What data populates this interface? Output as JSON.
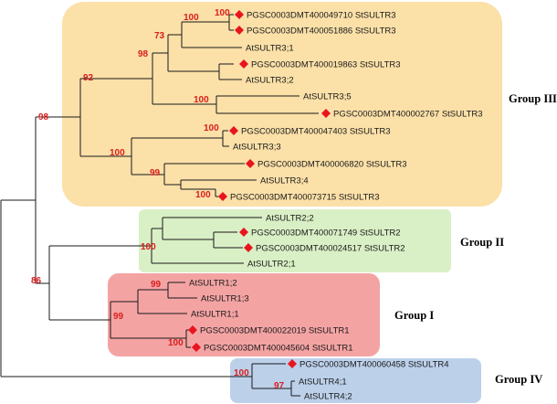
{
  "colors": {
    "group_iii": "#fbe0a8",
    "group_ii": "#d9efc5",
    "group_i": "#f4a3a3",
    "group_iv": "#bcd0ea",
    "bootstrap": "#d81e1e",
    "marker": "#e8141e"
  },
  "groups": {
    "group_iii": "Group III",
    "group_ii": "Group II",
    "group_i": "Group I",
    "group_iv": "Group IV"
  },
  "leaves": [
    {
      "label": "PGSC0003DMT400049710 StSULTR3",
      "marker": true
    },
    {
      "label": "PGSC0003DMT400051886 StSULTR3",
      "marker": true
    },
    {
      "label": "AtSULTR3;1",
      "marker": false
    },
    {
      "label": "PGSC0003DMT400019863 StSULTR3",
      "marker": true
    },
    {
      "label": "AtSULTR3;2",
      "marker": false
    },
    {
      "label": "AtSULTR3;5",
      "marker": false
    },
    {
      "label": "PGSC0003DMT400002767 StSULTR3",
      "marker": true
    },
    {
      "label": "PGSC0003DMT400047403 StSULTR3",
      "marker": true
    },
    {
      "label": "AtSULTR3;3",
      "marker": false
    },
    {
      "label": "PGSC0003DMT400006820 StSULTR3",
      "marker": true
    },
    {
      "label": "AtSULTR3;4",
      "marker": false
    },
    {
      "label": "PGSC0003DMT400073715 StSULTR3",
      "marker": true
    },
    {
      "label": "AtSULTR2;2",
      "marker": false
    },
    {
      "label": "PGSC0003DMT400071749 StSULTR2",
      "marker": true
    },
    {
      "label": "PGSC0003DMT400024517 StSULTR2",
      "marker": true
    },
    {
      "label": "AtSULTR2;1",
      "marker": false
    },
    {
      "label": "AtSULTR1;2",
      "marker": false
    },
    {
      "label": "AtSULTR1;3",
      "marker": false
    },
    {
      "label": "AtSULTR1;1",
      "marker": false
    },
    {
      "label": "PGSC0003DMT400022019 StSULTR1",
      "marker": true
    },
    {
      "label": "PGSC0003DMT400045604 StSULTR1",
      "marker": true
    },
    {
      "label": "PGSC0003DMT400060458 StSULTR4",
      "marker": true
    },
    {
      "label": "AtSULTR4;1",
      "marker": false
    },
    {
      "label": "AtSULTR4;2",
      "marker": false
    }
  ],
  "bootstraps": [
    "100",
    "73",
    "98",
    "92",
    "100",
    "100",
    "98",
    "99",
    "100",
    "100",
    "86",
    "99",
    "99",
    "100",
    "97"
  ]
}
